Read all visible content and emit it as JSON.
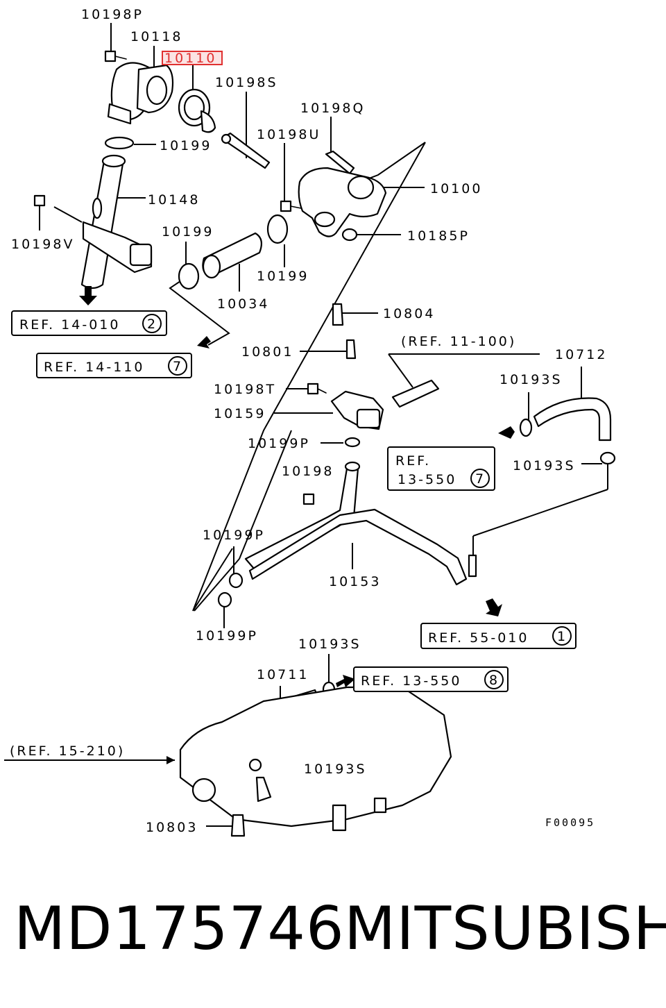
{
  "part_labels": {
    "p10198P": "10198P",
    "p10118": "10118",
    "p10110": "10110",
    "p10198S": "10198S",
    "p10198Q": "10198Q",
    "p10198U": "10198U",
    "p10199_a": "10199",
    "p10148": "10148",
    "p10100": "10100",
    "p10198V": "10198V",
    "p10199_b": "10199",
    "p10185P": "10185P",
    "p10199_c": "10199",
    "p10034": "10034",
    "p10804": "10804",
    "p10801": "10801",
    "p10712": "10712",
    "p10193S_a": "10193S",
    "p10198T": "10198T",
    "p10159": "10159",
    "p10199P_a": "10199P",
    "p10193S_b": "10193S",
    "p10198": "10198",
    "p10199P_b": "10199P",
    "p10153": "10153",
    "p10199P_c": "10199P",
    "p10193S_c": "10193S",
    "p10711": "10711",
    "p10193S_d": "10193S",
    "p10803": "10803"
  },
  "refs": {
    "r1": {
      "text": "REF. 14-010",
      "num": "2"
    },
    "r2": {
      "text": "REF. 14-110",
      "num": "7"
    },
    "r3": {
      "text": "REF.",
      "text2": "13-550",
      "num": "7"
    },
    "r4": {
      "text": "REF. 55-010",
      "num": "1"
    },
    "r5": {
      "text": "REF. 13-550",
      "num": "8"
    },
    "r6": {
      "text": "(REF. 11-100)"
    },
    "r7": {
      "text": "(REF. 15-210)"
    }
  },
  "figure_code": "F00095",
  "highlighted_part": "10110",
  "caption": {
    "part_number": "MD175746",
    "brand": "MITSUBISHI"
  },
  "colors": {
    "highlight": "#e03030"
  }
}
